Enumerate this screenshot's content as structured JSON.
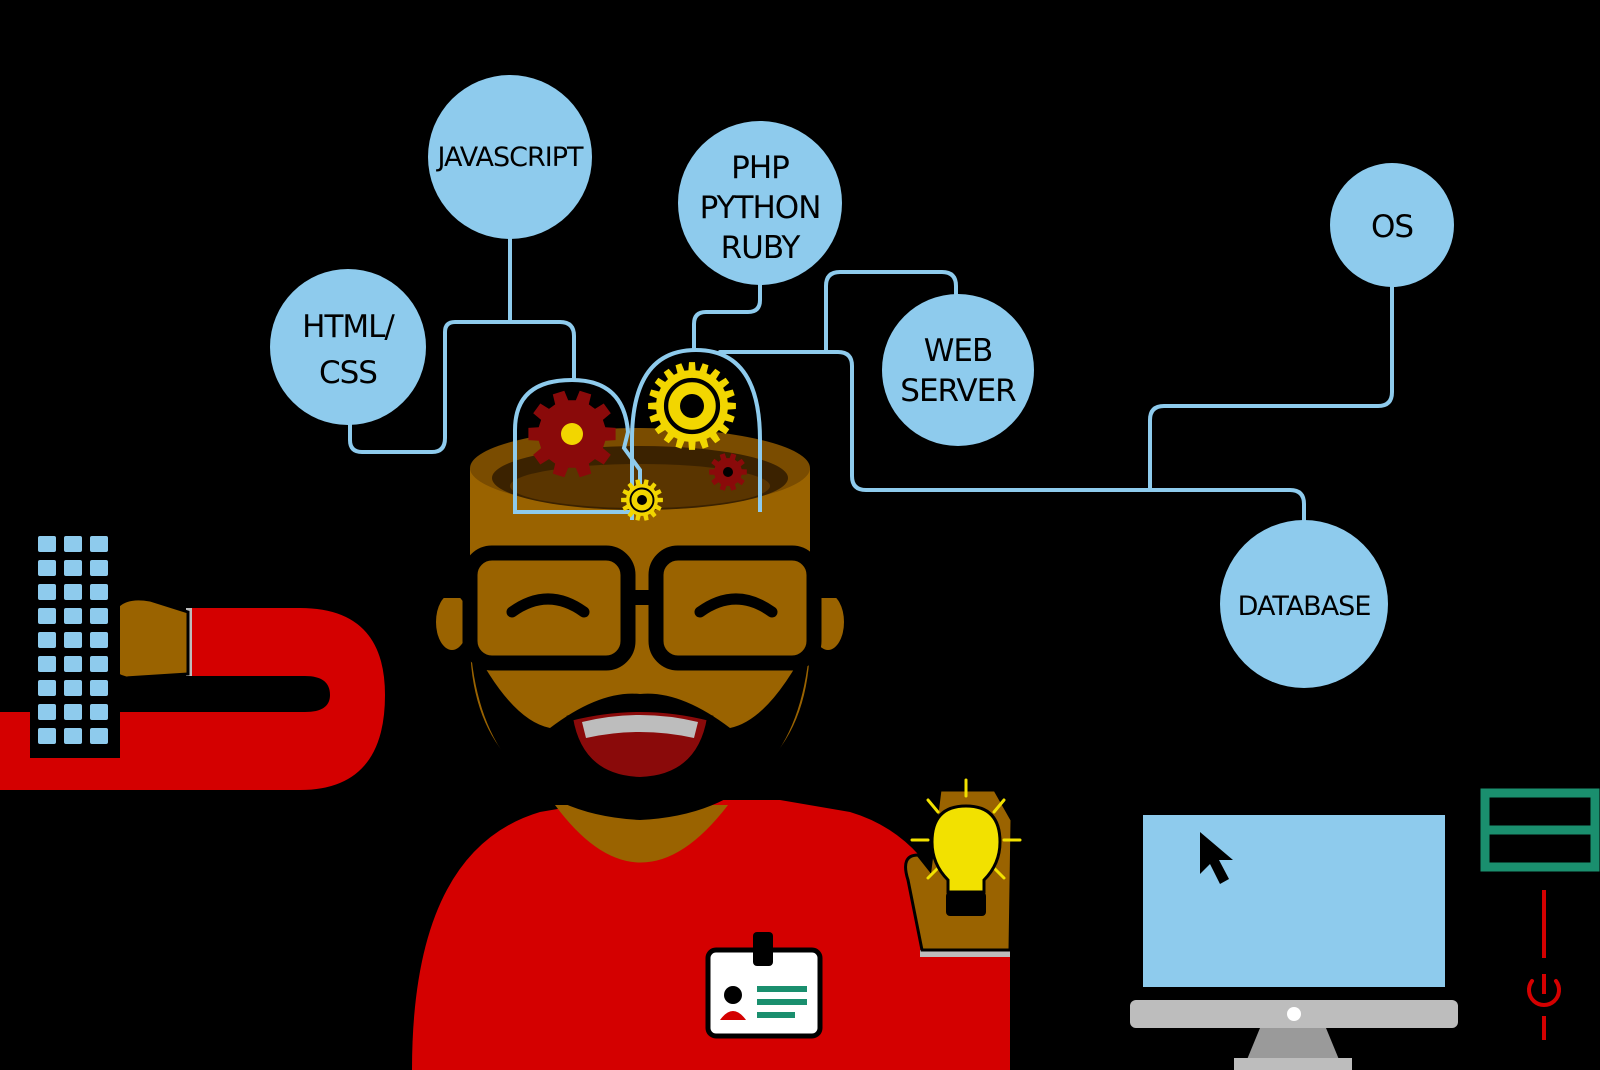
{
  "colors": {
    "background": "#000000",
    "bubble": "#8ecbed",
    "connector": "#8ecbed",
    "shirt": "#d40000",
    "skin": "#9a6300",
    "skin_dark": "#7a4c00",
    "gear_yellow": "#f2d600",
    "gear_red": "#8a0a0a",
    "bulb": "#f2e100",
    "monitor_screen": "#8ecbed",
    "monitor_base": "#bdbdbd",
    "server": "#1a8f6e",
    "power": "#d40000"
  },
  "bubbles": {
    "javascript": {
      "lines": [
        "JAVASCRIPT"
      ]
    },
    "languages": {
      "lines": [
        "PHP",
        "PYTHON",
        "RUBY"
      ]
    },
    "html_css": {
      "lines": [
        "HTML/",
        "CSS"
      ]
    },
    "web_server": {
      "lines": [
        "WEB",
        "SERVER"
      ]
    },
    "os": {
      "lines": [
        "OS"
      ]
    },
    "database": {
      "lines": [
        "DATABASE"
      ]
    }
  },
  "icons": {
    "gears": "gears-icon",
    "keyboard": "keyboard-icon",
    "bulb": "lightbulb-icon",
    "badge": "id-badge-icon",
    "monitor": "monitor-icon",
    "cursor": "mouse-cursor-icon",
    "server": "server-icon",
    "power": "power-icon"
  }
}
